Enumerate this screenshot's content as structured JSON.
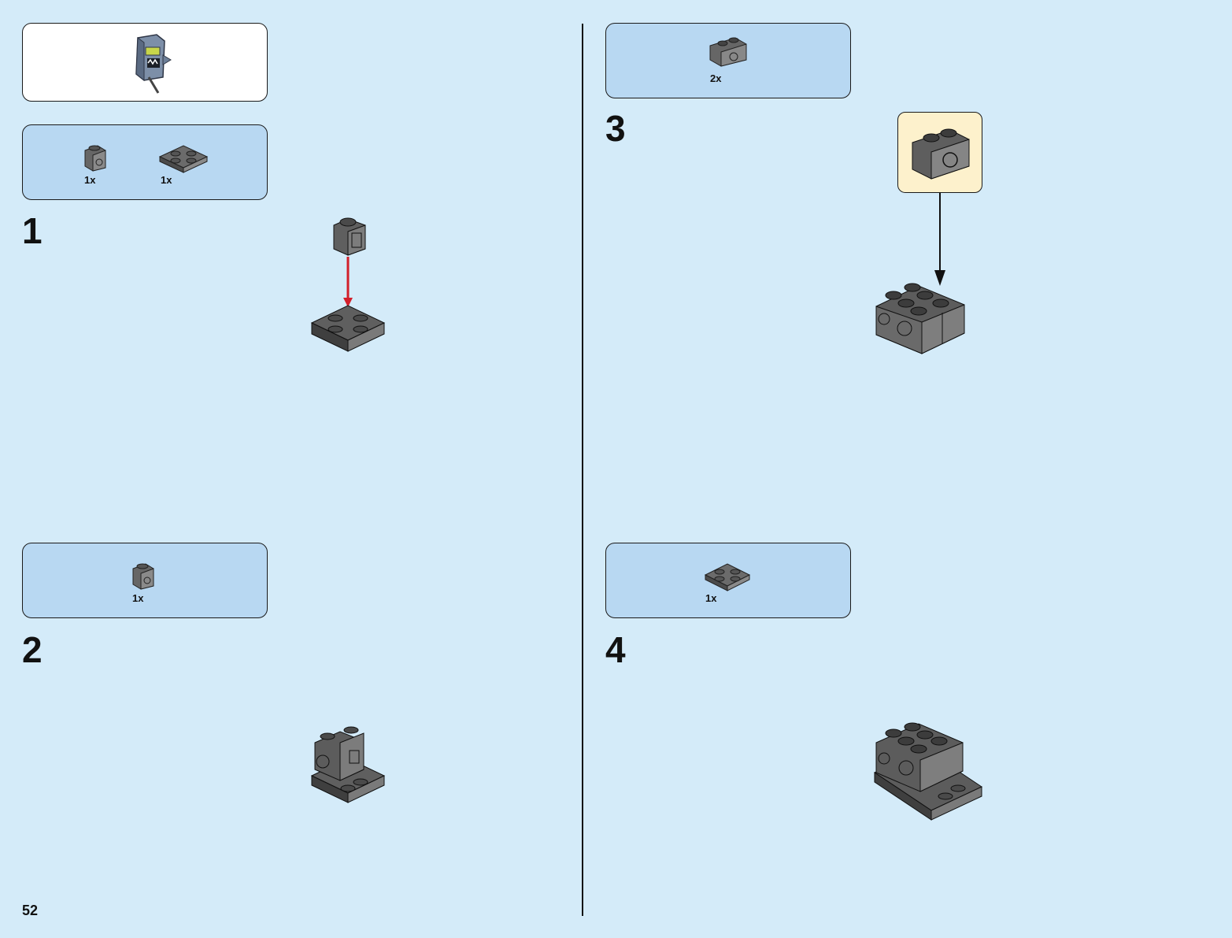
{
  "page": {
    "number": "52"
  },
  "subassembly_box": {
    "icon": "monster-minifig-icon"
  },
  "steps": [
    {
      "number": "1",
      "parts": [
        {
          "icon": "brick-1x1-headlight-icon",
          "qty": "1x"
        },
        {
          "icon": "plate-2x2-icon",
          "qty": "1x"
        }
      ]
    },
    {
      "number": "2",
      "parts": [
        {
          "icon": "brick-1x1-headlight-icon",
          "qty": "1x"
        }
      ]
    },
    {
      "number": "3",
      "parts": [
        {
          "icon": "technic-brick-1x2-hole-icon",
          "qty": "2x"
        }
      ]
    },
    {
      "number": "4",
      "parts": [
        {
          "icon": "plate-2x2-icon",
          "qty": "1x"
        }
      ]
    }
  ],
  "colors": {
    "background": "#d4ebf9",
    "parts_box": "#b8d8f2",
    "callout": "#fdf1cc",
    "brick_gray": "#5e5e5e",
    "arrow_red": "#d21f2b"
  }
}
